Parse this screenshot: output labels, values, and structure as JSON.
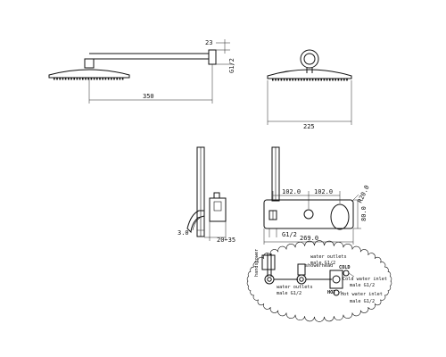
{
  "dimensions": {
    "arm_offset": "23",
    "thread_top": "G1/2",
    "arm_length": "350",
    "head_diameter": "225",
    "inlet_spacing_left": "102.0",
    "inlet_spacing_right": "102.0",
    "plate_height": "80.0",
    "plate_width": "269.0",
    "plate_radius": "R20.0",
    "thread_valve": "G1/2",
    "wall_thickness": "3.0",
    "depth_range": "20~35"
  },
  "detail": {
    "label_showerhead": "showerhead",
    "water_outlets_top_line1": "water outlets",
    "water_outlets_top_line2": "male G1/2",
    "water_outlets_left_line1": "water outlets",
    "water_outlets_left_line2": "male G1/2",
    "cold_label": "COLD",
    "cold_line1": "Cold water inlet",
    "cold_line2": "male G1/2",
    "hot_label": "HOT",
    "hot_line1": "Hot water inlet",
    "hot_line2": "male G1/2",
    "vertical_label": "handshower"
  }
}
